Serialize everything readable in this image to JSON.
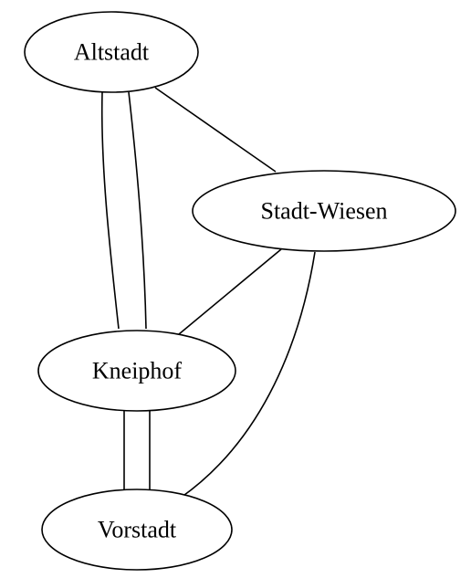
{
  "graph": {
    "nodes": [
      {
        "id": "altstadt",
        "label": "Altstadt"
      },
      {
        "id": "stadt-wiesen",
        "label": "Stadt-Wiesen"
      },
      {
        "id": "kneiphof",
        "label": "Kneiphof"
      },
      {
        "id": "vorstadt",
        "label": "Vorstadt"
      }
    ],
    "edges": [
      {
        "from": "altstadt",
        "to": "kneiphof"
      },
      {
        "from": "altstadt",
        "to": "kneiphof"
      },
      {
        "from": "altstadt",
        "to": "stadt-wiesen"
      },
      {
        "from": "stadt-wiesen",
        "to": "kneiphof"
      },
      {
        "from": "stadt-wiesen",
        "to": "vorstadt"
      },
      {
        "from": "kneiphof",
        "to": "vorstadt"
      },
      {
        "from": "kneiphof",
        "to": "vorstadt"
      }
    ],
    "colors": {
      "stroke": "#000000",
      "fill": "#ffffff",
      "text": "#000000"
    }
  }
}
